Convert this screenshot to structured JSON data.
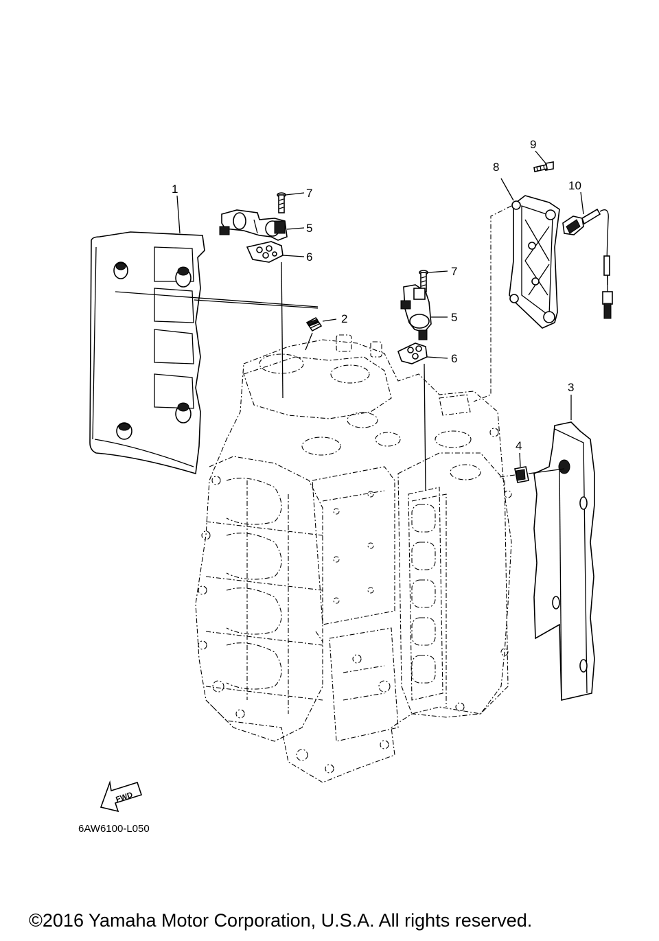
{
  "callouts": {
    "c1": "1",
    "c2": "2",
    "c3": "3",
    "c4": "4",
    "c5a": "5",
    "c5b": "5",
    "c6a": "6",
    "c6b": "6",
    "c7a": "7",
    "c7b": "7",
    "c8": "8",
    "c9": "9",
    "c10": "10"
  },
  "fwd_label": "FWD",
  "diagram_code": "6AW6100-L050",
  "copyright": "©2016 Yamaha Motor Corporation, U.S.A. All rights reserved."
}
